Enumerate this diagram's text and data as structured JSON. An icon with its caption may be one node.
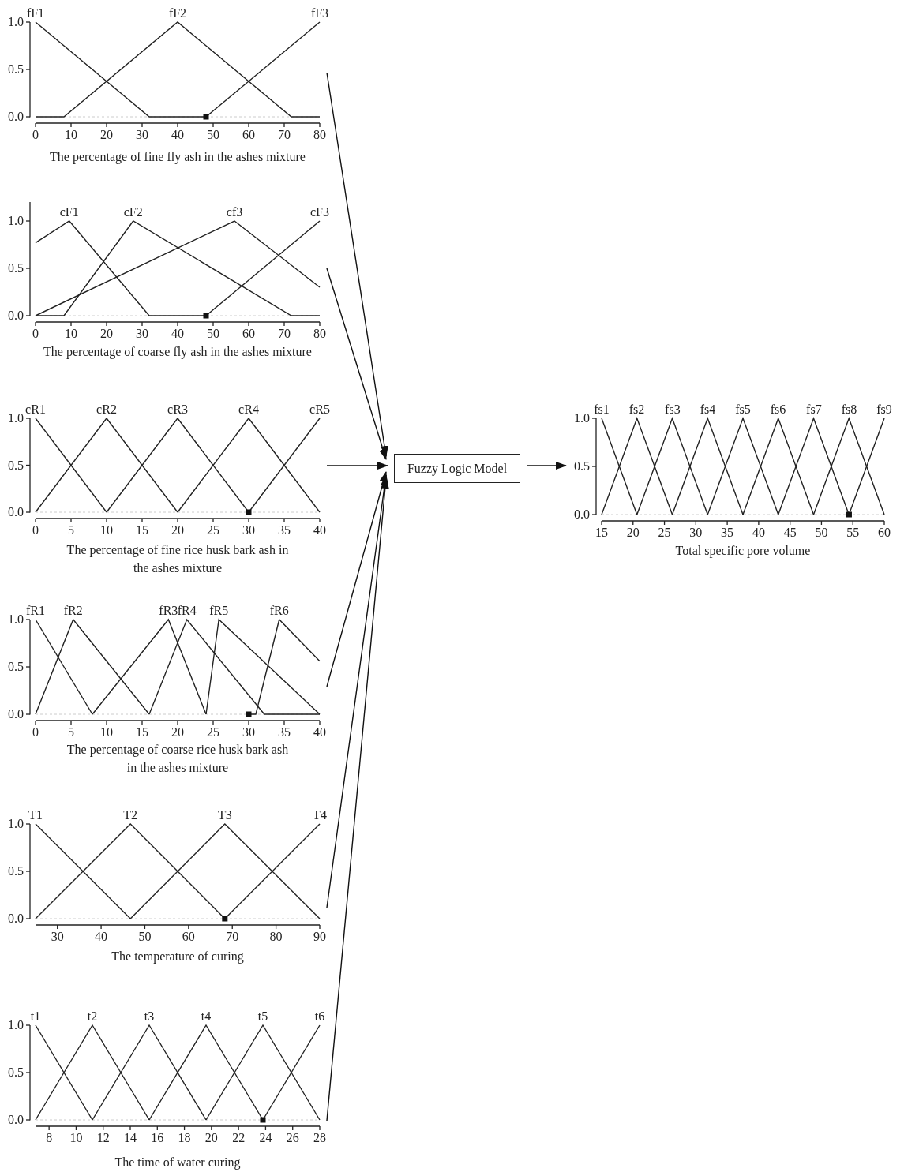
{
  "diagram": {
    "nodes": [
      {
        "text": [
          "fF1",
          "fF2",
          "fF3",
          "1.0",
          "0.5",
          "0.0",
          "0",
          "10",
          "20",
          "30",
          "40",
          "50",
          "60",
          "70",
          "80",
          "The percentage of fine fly ash in the ashes mixture"
        ]
      },
      {
        "text": [
          "cF1",
          "cF2",
          "cf3",
          "cF3",
          "1.0",
          "0.5",
          "0.0",
          "0",
          "10",
          "20",
          "30",
          "40",
          "50",
          "60",
          "70",
          "80",
          "The percentage of coarse fly ash in the ashes mixture"
        ]
      },
      {
        "text": [
          "cR1",
          "cR2",
          "cR3",
          "cR4",
          "cR5",
          "1.0",
          "0.5",
          "0.0",
          "0",
          "5",
          "10",
          "15",
          "20",
          "25",
          "30",
          "35",
          "40",
          "The percentage of fine rice husk bark ash in the ashes mixture"
        ]
      },
      {
        "text": [
          "fR1",
          "fR2",
          "fR3",
          "fR4",
          "fR5",
          "fR6",
          "1.0",
          "0.5",
          "0.0",
          "0",
          "5",
          "10",
          "15",
          "20",
          "25",
          "30",
          "35",
          "40",
          "The percentage of coarse rice husk bark ash in the ashes mixture"
        ]
      },
      {
        "text": [
          "T1",
          "T2",
          "T3",
          "T4",
          "1.0",
          "0.5",
          "0.0",
          "30",
          "40",
          "50",
          "60",
          "70",
          "80",
          "90",
          "The temperature of curing"
        ]
      },
      {
        "text": [
          "t1",
          "t2",
          "t3",
          "t4",
          "t5",
          "t6",
          "1.0",
          "0.5",
          "0.0",
          "8",
          "10",
          "12",
          "14",
          "16",
          "18",
          "20",
          "22",
          "24",
          "26",
          "28",
          "The time of water curing"
        ]
      },
      {
        "text": [
          "Fuzzy Logic Model"
        ]
      },
      {
        "text": [
          "fs1",
          "fs2",
          "fs3",
          "fs4",
          "fs5",
          "fs6",
          "fs7",
          "fs8",
          "fs9",
          "1.0",
          "0.5",
          "0.0",
          "15",
          "20",
          "25",
          "30",
          "35",
          "40",
          "45",
          "50",
          "55",
          "60",
          "Total specific pore volume"
        ]
      }
    ],
    "edges": [
      {
        "from": 0,
        "to": 6,
        "arrow": "to"
      },
      {
        "from": 1,
        "to": 6,
        "arrow": "to"
      },
      {
        "from": 2,
        "to": 6,
        "arrow": "to"
      },
      {
        "from": 3,
        "to": 6,
        "arrow": "to"
      },
      {
        "from": 4,
        "to": 6,
        "arrow": "to"
      },
      {
        "from": 5,
        "to": 6,
        "arrow": "to"
      },
      {
        "from": 6,
        "to": 7,
        "arrow": "to"
      }
    ]
  }
}
